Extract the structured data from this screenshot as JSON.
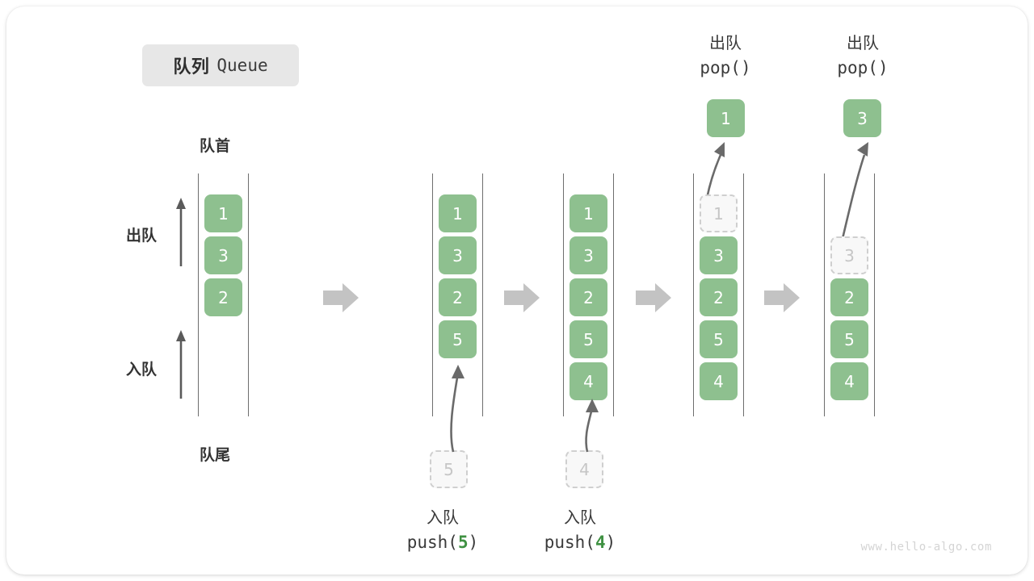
{
  "title": {
    "cn": "队列",
    "en": "Queue"
  },
  "labels": {
    "head": "队首",
    "tail": "队尾",
    "dequeue": "出队",
    "enqueue": "入队"
  },
  "watermark": "www.hello-algo.com",
  "colors": {
    "cell_fill": "#8ec08f",
    "cell_text": "#ffffff",
    "ghost_fill": "#f8f8f8",
    "ghost_border": "#cfcfcf",
    "ghost_text": "#c6c6c6",
    "rail": "#6e6e6e",
    "arrow": "#6a6a6a",
    "block_arrow": "#c3c3c3",
    "badge_bg": "#e7e7e7",
    "accent_green": "#3f9142"
  },
  "operations": [
    {
      "cn": "入队",
      "code_prefix": "push(",
      "code_num": "5",
      "code_suffix": ")"
    },
    {
      "cn": "入队",
      "code_prefix": "push(",
      "code_num": "4",
      "code_suffix": ")"
    },
    {
      "cn": "出队",
      "code_prefix": "pop(",
      "code_num": "",
      "code_suffix": ")"
    },
    {
      "cn": "出队",
      "code_prefix": "pop(",
      "code_num": "",
      "code_suffix": ")"
    }
  ],
  "columns": [
    {
      "name": "initial-queue",
      "cells": [
        {
          "value": "1",
          "state": "full"
        },
        {
          "value": "3",
          "state": "full"
        },
        {
          "value": "2",
          "state": "full"
        }
      ],
      "incoming": null,
      "popped": null
    },
    {
      "name": "after-push-5",
      "cells": [
        {
          "value": "1",
          "state": "full"
        },
        {
          "value": "3",
          "state": "full"
        },
        {
          "value": "2",
          "state": "full"
        },
        {
          "value": "5",
          "state": "full"
        }
      ],
      "incoming": {
        "value": "5",
        "state": "ghost"
      },
      "popped": null
    },
    {
      "name": "after-push-4",
      "cells": [
        {
          "value": "1",
          "state": "full"
        },
        {
          "value": "3",
          "state": "full"
        },
        {
          "value": "2",
          "state": "full"
        },
        {
          "value": "5",
          "state": "full"
        },
        {
          "value": "4",
          "state": "full"
        }
      ],
      "incoming": {
        "value": "4",
        "state": "ghost"
      },
      "popped": null
    },
    {
      "name": "after-pop-1",
      "cells": [
        {
          "value": "1",
          "state": "ghost"
        },
        {
          "value": "3",
          "state": "full"
        },
        {
          "value": "2",
          "state": "full"
        },
        {
          "value": "5",
          "state": "full"
        },
        {
          "value": "4",
          "state": "full"
        }
      ],
      "incoming": null,
      "popped": {
        "value": "1",
        "state": "pop"
      }
    },
    {
      "name": "after-pop-3",
      "cells": [
        {
          "value": "",
          "state": "empty"
        },
        {
          "value": "3",
          "state": "ghost"
        },
        {
          "value": "2",
          "state": "full"
        },
        {
          "value": "5",
          "state": "full"
        },
        {
          "value": "4",
          "state": "full"
        }
      ],
      "incoming": null,
      "popped": {
        "value": "3",
        "state": "pop"
      }
    }
  ]
}
